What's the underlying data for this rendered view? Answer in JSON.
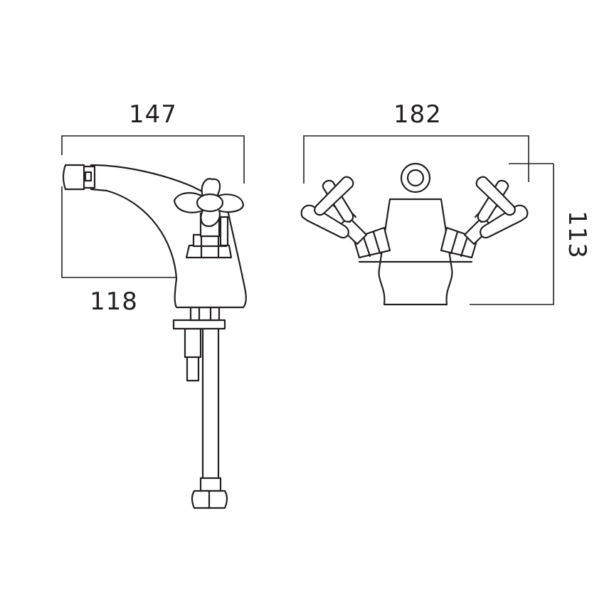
{
  "dimensions": {
    "side_width": "147",
    "side_depth": "118",
    "front_width": "182",
    "height": "113"
  },
  "colors": {
    "line": "#231f20",
    "background": "#ffffff"
  }
}
